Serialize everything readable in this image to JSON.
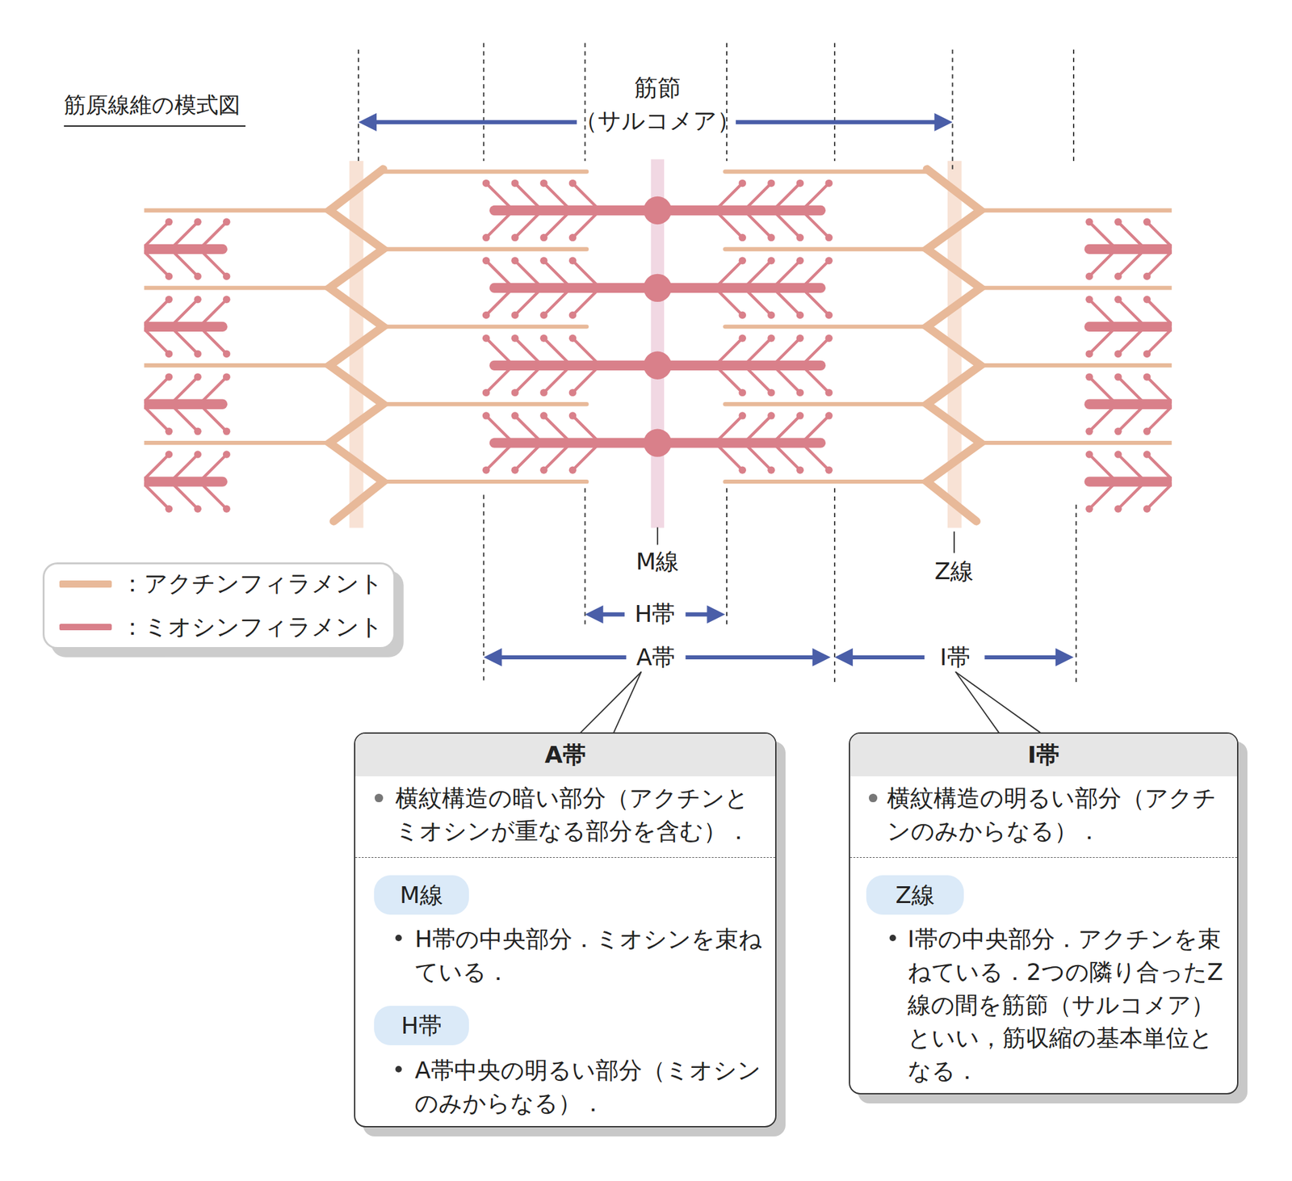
{
  "diagram": {
    "title": "筋原線維の模式図",
    "nodes": [
      {
        "text": [
          "A帯",
          "横紋構造の暗い部分（アクチンとミオシンが重なる部分を含む）．",
          "H帯の中央部分．ミオシンを束ねている．",
          "A帯中央の明るい部分（ミオシンのみからなる）．"
        ]
      },
      {
        "text": [
          "M線"
        ],
        "in": 0
      },
      {
        "text": [
          "H帯"
        ],
        "in": 0
      },
      {
        "text": [
          "I帯",
          "横紋構造の明るい部分（アクチンのみからなる）．",
          "I帯の中央部分．アクチンを束ねている．2つの隣り合ったZ線の間を筋節（サルコメア）といい，筋収縮の基本単位となる．"
        ]
      },
      {
        "text": [
          "Z線"
        ],
        "in": 3
      }
    ],
    "labels": [
      "筋節 （サルコメア）",
      "M線",
      "Z線",
      "H帯",
      "A帯",
      "I帯"
    ],
    "legend": [
      {
        "text": "：アクチンフィラメント",
        "color": "#e8b999"
      },
      {
        "text": "：ミオシンフィラメント",
        "color": "#d9808a"
      }
    ]
  }
}
